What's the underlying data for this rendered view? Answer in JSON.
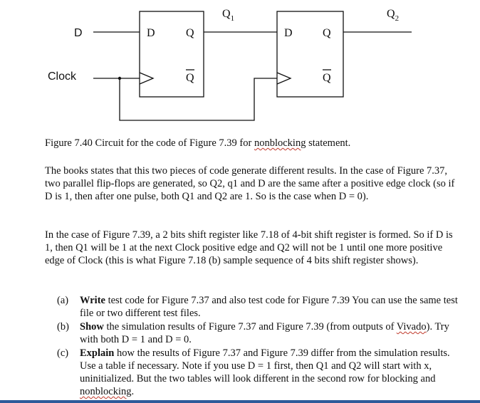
{
  "circuit": {
    "input_d": "D",
    "input_clock": "Clock",
    "ff1": {
      "d": "D",
      "q": "Q",
      "qbar": "Q"
    },
    "ff2": {
      "d": "D",
      "q": "Q",
      "qbar": "Q"
    },
    "output_q1": {
      "base": "Q",
      "sub": "1"
    },
    "output_q2": {
      "base": "Q",
      "sub": "2"
    }
  },
  "caption": {
    "before": "Figure 7.40 Circuit for the code of Figure 7.39 for ",
    "term": "nonblocking",
    "after": " statement."
  },
  "paragraph1": "The books states that this two pieces of code generate different results. In the case of Figure 7.37, two parallel flip-flops are generated, so Q2, q1 and D are the same after a positive edge clock (so if D is 1, then after one pulse, both Q1 and Q2 are 1. So is the case when D = 0).",
  "paragraph2": "In the case of Figure 7.39, a 2 bits shift register like 7.18 of 4-bit shift register is formed. So if D is 1, then Q1 will be 1 at the next Clock positive edge and Q2 will not be 1 until one more positive edge of Clock (this is what Figure 7.18 (b) sample sequence of 4 bits shift register shows).",
  "questions": {
    "a": {
      "label": "(a)",
      "bold": "Write",
      "text": " test code for Figure 7.37 and also test code for Figure 7.39 You can use the same test file or two different test files."
    },
    "b": {
      "label": "(b)",
      "bold": "Show",
      "text1": " the simulation results of Figure 7.37 and Figure 7.39 (from outputs of ",
      "term": "Vivado",
      "text2": "). Try with both D = 1 and D = 0."
    },
    "c": {
      "label": "(c)",
      "bold": "Explain",
      "text1": " how the results of Figure 7.37 and Figure 7.39 differ from the simulation results. Use a table if necessary. Note if you use D = 1 first, then Q1 and Q2 will start with x, uninitialized. But the two tables will look different in the second row for blocking and ",
      "term": "nonblocking",
      "text2": "."
    }
  }
}
